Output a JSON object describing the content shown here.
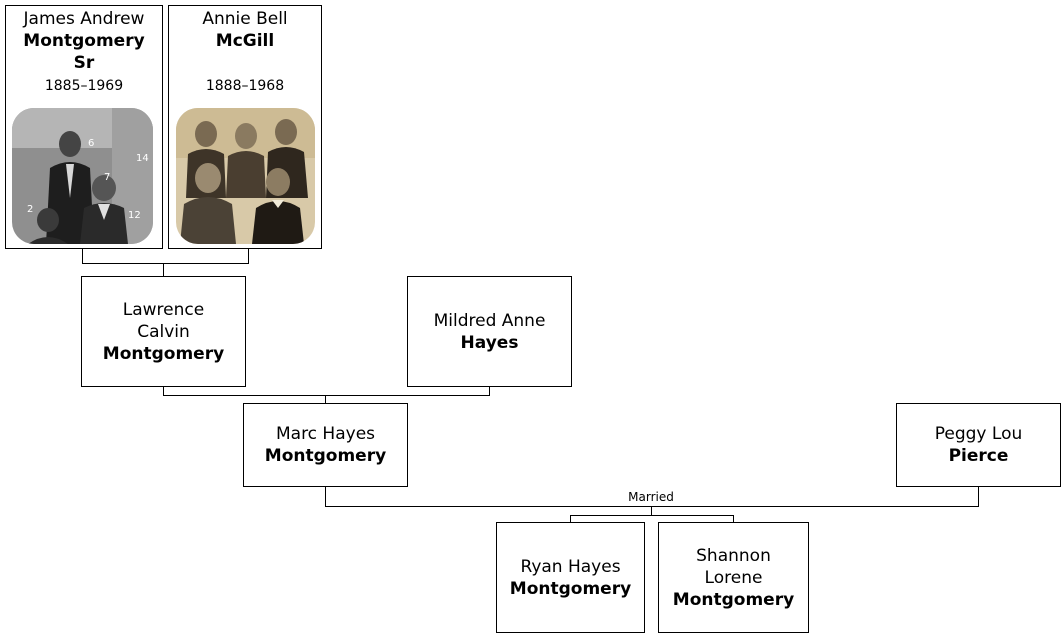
{
  "people": {
    "james": {
      "given": "James Andrew",
      "surname": "Montgomery",
      "surname2": "Sr",
      "dates": "1885–1969"
    },
    "annie": {
      "given": "Annie Bell",
      "surname": "McGill",
      "dates": "1888–1968"
    },
    "lawrence": {
      "given": "Lawrence",
      "given2": "Calvin",
      "surname": "Montgomery"
    },
    "mildred": {
      "given": "Mildred Anne",
      "surname": "Hayes"
    },
    "marc": {
      "given": "Marc Hayes",
      "surname": "Montgomery"
    },
    "peggy": {
      "given": "Peggy Lou",
      "surname": "Pierce"
    },
    "ryan": {
      "given": "Ryan Hayes",
      "surname": "Montgomery"
    },
    "shannon": {
      "given": "Shannon",
      "given2": "Lorene",
      "surname": "Montgomery"
    }
  },
  "relations": {
    "married_label": "Married"
  },
  "photo_overlays": {
    "james_numbers": [
      "6",
      "14",
      "7",
      "2",
      "12"
    ]
  }
}
